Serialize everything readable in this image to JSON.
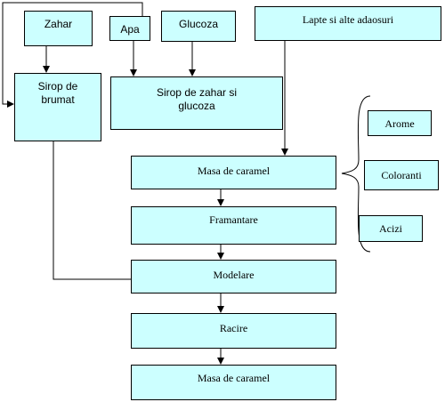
{
  "nodes": {
    "zahar": "Zahar",
    "apa": "Apa",
    "glucoza": "Glucoza",
    "lapte": "Lapte si alte adaosuri",
    "sirop_brumat": "Sirop de\nbrumat",
    "sirop_zahar_glucoza": "Sirop de zahar si\nglucoza",
    "arome": "Arome",
    "coloranti": "Coloranti",
    "acizi": "Acizi",
    "masa_caramel_1": "Masa de caramel",
    "framantare": "Framantare",
    "modelare": "Modelare",
    "racire": "Racire",
    "masa_caramel_2": "Masa de caramel"
  },
  "colors": {
    "box_fill": "#ccffff",
    "line": "#000000"
  }
}
